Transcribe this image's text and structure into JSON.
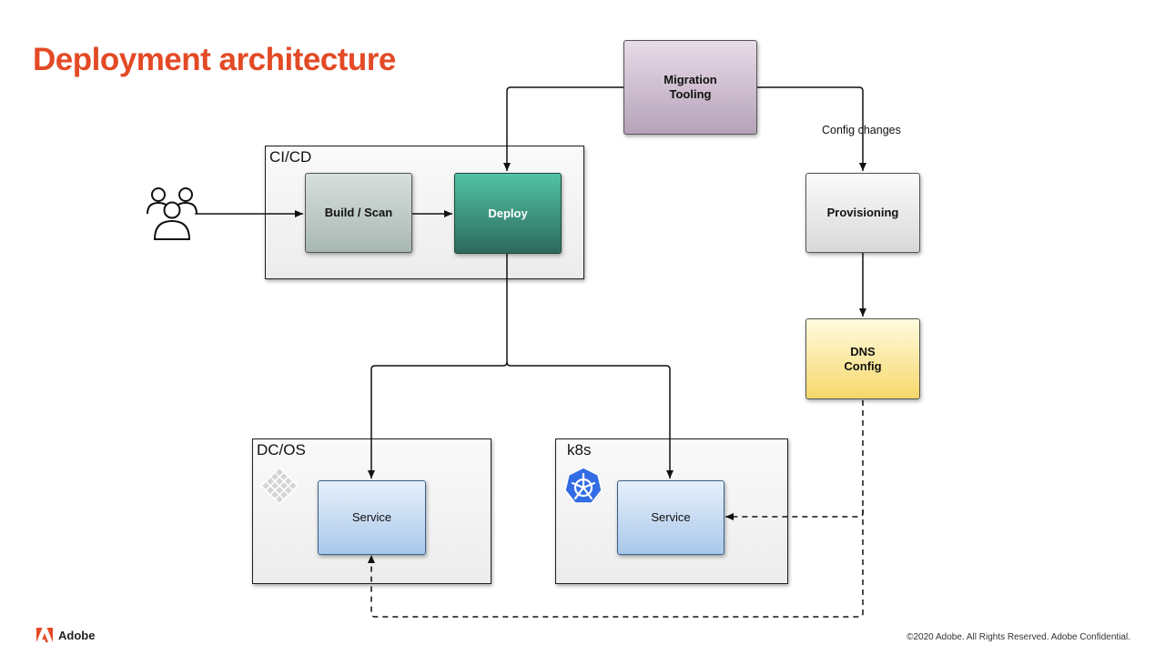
{
  "slide": {
    "title": "Deployment architecture",
    "footer_brand": "Adobe",
    "footer_copyright": "©2020 Adobe. All Rights Reserved. Adobe Confidential."
  },
  "containers": {
    "cicd": "CI/CD",
    "dcos": "DC/OS",
    "k8s": "k8s"
  },
  "nodes": {
    "build_scan": "Build / Scan",
    "deploy": "Deploy",
    "migration_tooling": "Migration\nTooling",
    "provisioning": "Provisioning",
    "dns_config": "DNS\nConfig",
    "dcos_service": "Service",
    "k8s_service": "Service"
  },
  "edges": {
    "config_changes": "Config changes"
  },
  "icons": {
    "users": "users-icon",
    "dcos": "dcos-logo-icon",
    "k8s": "kubernetes-logo-icon",
    "adobe": "adobe-logo-icon"
  },
  "colors": {
    "title": "#e34a25",
    "deploy": "#3a8f7a",
    "migration": "#cdbdd0",
    "dns": "#f6d86a",
    "service": "#bcd6f1",
    "kubernetes": "#326ce5"
  }
}
